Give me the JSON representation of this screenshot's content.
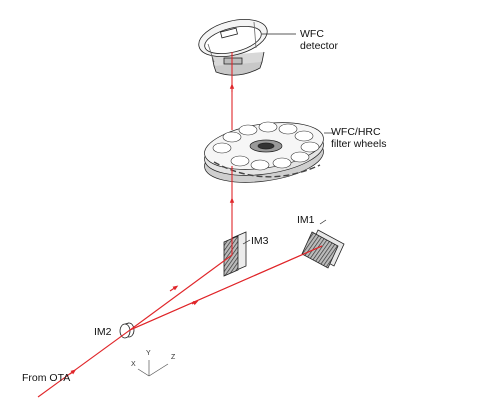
{
  "labels": {
    "wfc_detector": [
      "WFC",
      "detector"
    ],
    "filter_wheels": [
      "WFC/HRC",
      "filter wheels"
    ],
    "im1": "IM1",
    "im2": "IM2",
    "im3": "IM3",
    "from_ota": "From OTA"
  },
  "axes": {
    "x": "X",
    "y": "Y",
    "z": "Z"
  },
  "colors": {
    "beam": "#e0262a",
    "line": "#222222",
    "shade": "#555555"
  }
}
